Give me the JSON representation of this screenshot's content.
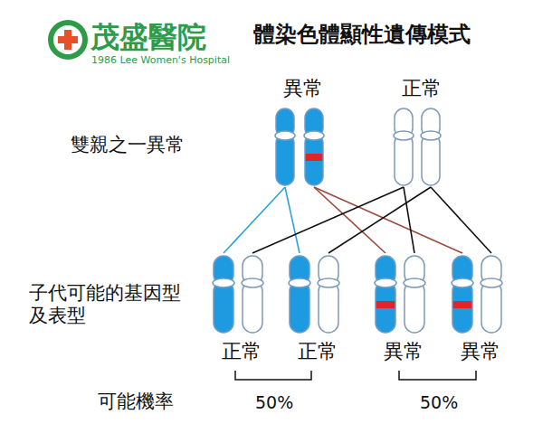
{
  "diagram": {
    "title": "體染色體顯性遺傳模式",
    "nodes": [
      {
        "text": [
          "異常"
        ]
      },
      {
        "text": [
          "正常"
        ]
      },
      {
        "text": [
          "正常"
        ]
      },
      {
        "text": [
          "正常"
        ]
      },
      {
        "text": [
          "異常"
        ]
      },
      {
        "text": [
          "異常"
        ]
      }
    ],
    "edges": [
      {
        "from": 0,
        "to": 2,
        "arrow": "none"
      },
      {
        "from": 0,
        "to": 3,
        "arrow": "none"
      },
      {
        "from": 0,
        "to": 4,
        "arrow": "none"
      },
      {
        "from": 0,
        "to": 5,
        "arrow": "none"
      },
      {
        "from": 1,
        "to": 2,
        "arrow": "none"
      },
      {
        "from": 1,
        "to": 3,
        "arrow": "none"
      },
      {
        "from": 1,
        "to": 4,
        "arrow": "none"
      },
      {
        "from": 1,
        "to": 5,
        "arrow": "none"
      }
    ],
    "labels": [
      "茂盛醫院",
      "1986 Lee Women's Hospital",
      "雙親之一異常",
      "子代可能的基因型及表型",
      "可能機率",
      "50%",
      "50%"
    ]
  }
}
